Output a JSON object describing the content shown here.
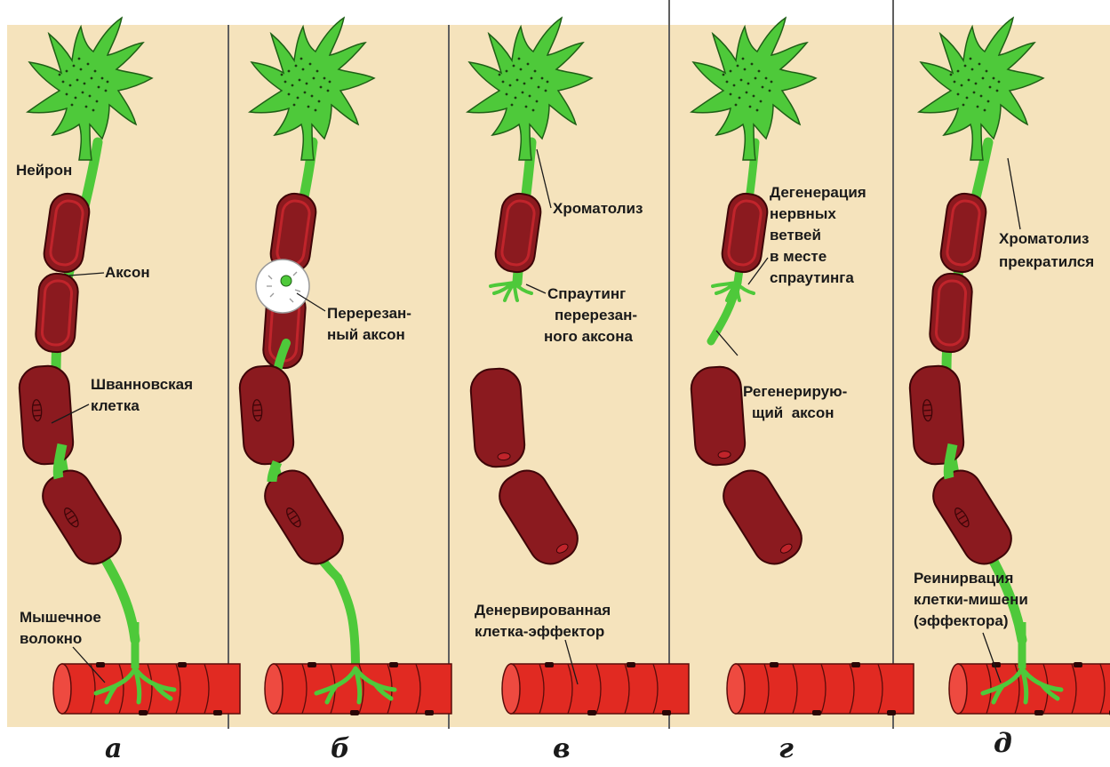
{
  "colors": {
    "background": "#f5e3bc",
    "neuron": "#4ec93a",
    "neuron_outline": "#1f5f16",
    "schwann": "#8b1a1f",
    "schwann_outline": "#3e0508",
    "muscle": "#e12a22",
    "muscle_outline": "#5a0c0a",
    "panel_border": "#2a2a2a"
  },
  "panels": [
    {
      "letter": "а",
      "labels": {
        "neuron": "Нейрон",
        "axon": "Аксон",
        "schwann_1": "Шванновская",
        "schwann_2": "клетка",
        "muscle_1": "Мышечное",
        "muscle_2": "волокно"
      }
    },
    {
      "letter": "б",
      "labels": {
        "cut_1": "Перерезан-",
        "cut_2": "ный аксон"
      }
    },
    {
      "letter": "в",
      "labels": {
        "chromatolysis": "Хроматолиз",
        "sprouting_1": "Спраутинг",
        "sprouting_2": "перерезан-",
        "sprouting_3": "ного аксона",
        "denervated_1": "Денервированная",
        "denervated_2": "клетка-эффектор"
      }
    },
    {
      "letter": "г",
      "labels": {
        "degeneration_1": "Дегенерация",
        "degeneration_2": "нервных",
        "degeneration_3": "ветвей",
        "degeneration_4": "в месте",
        "degeneration_5": "спраутинга",
        "regen_1": "Регенерирую-",
        "regen_2": "щий  аксон"
      }
    },
    {
      "letter": "д",
      "labels": {
        "chromatolysis_stop_1": "Хроматолиз",
        "chromatolysis_stop_2": "прекратился",
        "reinnervation_1": "Реинирвация",
        "reinnervation_2": "клетки-мишени",
        "reinnervation_3": "(эффектора)"
      }
    }
  ]
}
